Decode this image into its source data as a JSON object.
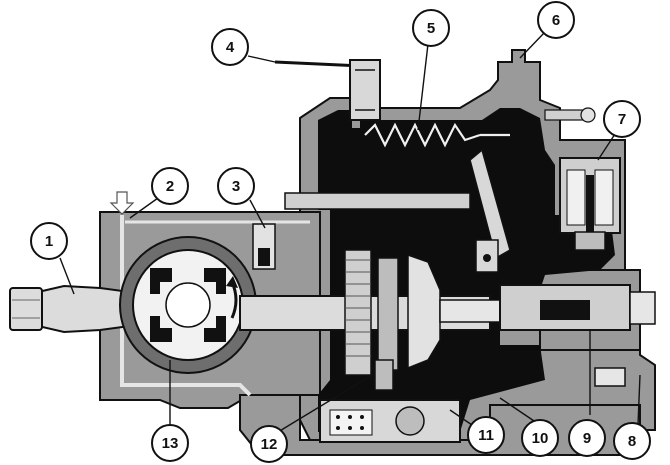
{
  "diagram": {
    "colors": {
      "background": "#ffffff",
      "housing": "#9a9a9a",
      "housing_light": "#bdbdbd",
      "interior": "#0d0d0d",
      "part_light": "#dcdcdc",
      "outline": "#111111",
      "callout_fill": "#ffffff"
    },
    "callouts": [
      {
        "id": "c1",
        "label": "1"
      },
      {
        "id": "c2",
        "label": "2"
      },
      {
        "id": "c3",
        "label": "3"
      },
      {
        "id": "c4",
        "label": "4"
      },
      {
        "id": "c5",
        "label": "5"
      },
      {
        "id": "c6",
        "label": "6"
      },
      {
        "id": "c7",
        "label": "7"
      },
      {
        "id": "c8",
        "label": "8"
      },
      {
        "id": "c9",
        "label": "9"
      },
      {
        "id": "c10",
        "label": "10"
      },
      {
        "id": "c11",
        "label": "11"
      },
      {
        "id": "c12",
        "label": "12"
      },
      {
        "id": "c13",
        "label": "13"
      }
    ]
  }
}
